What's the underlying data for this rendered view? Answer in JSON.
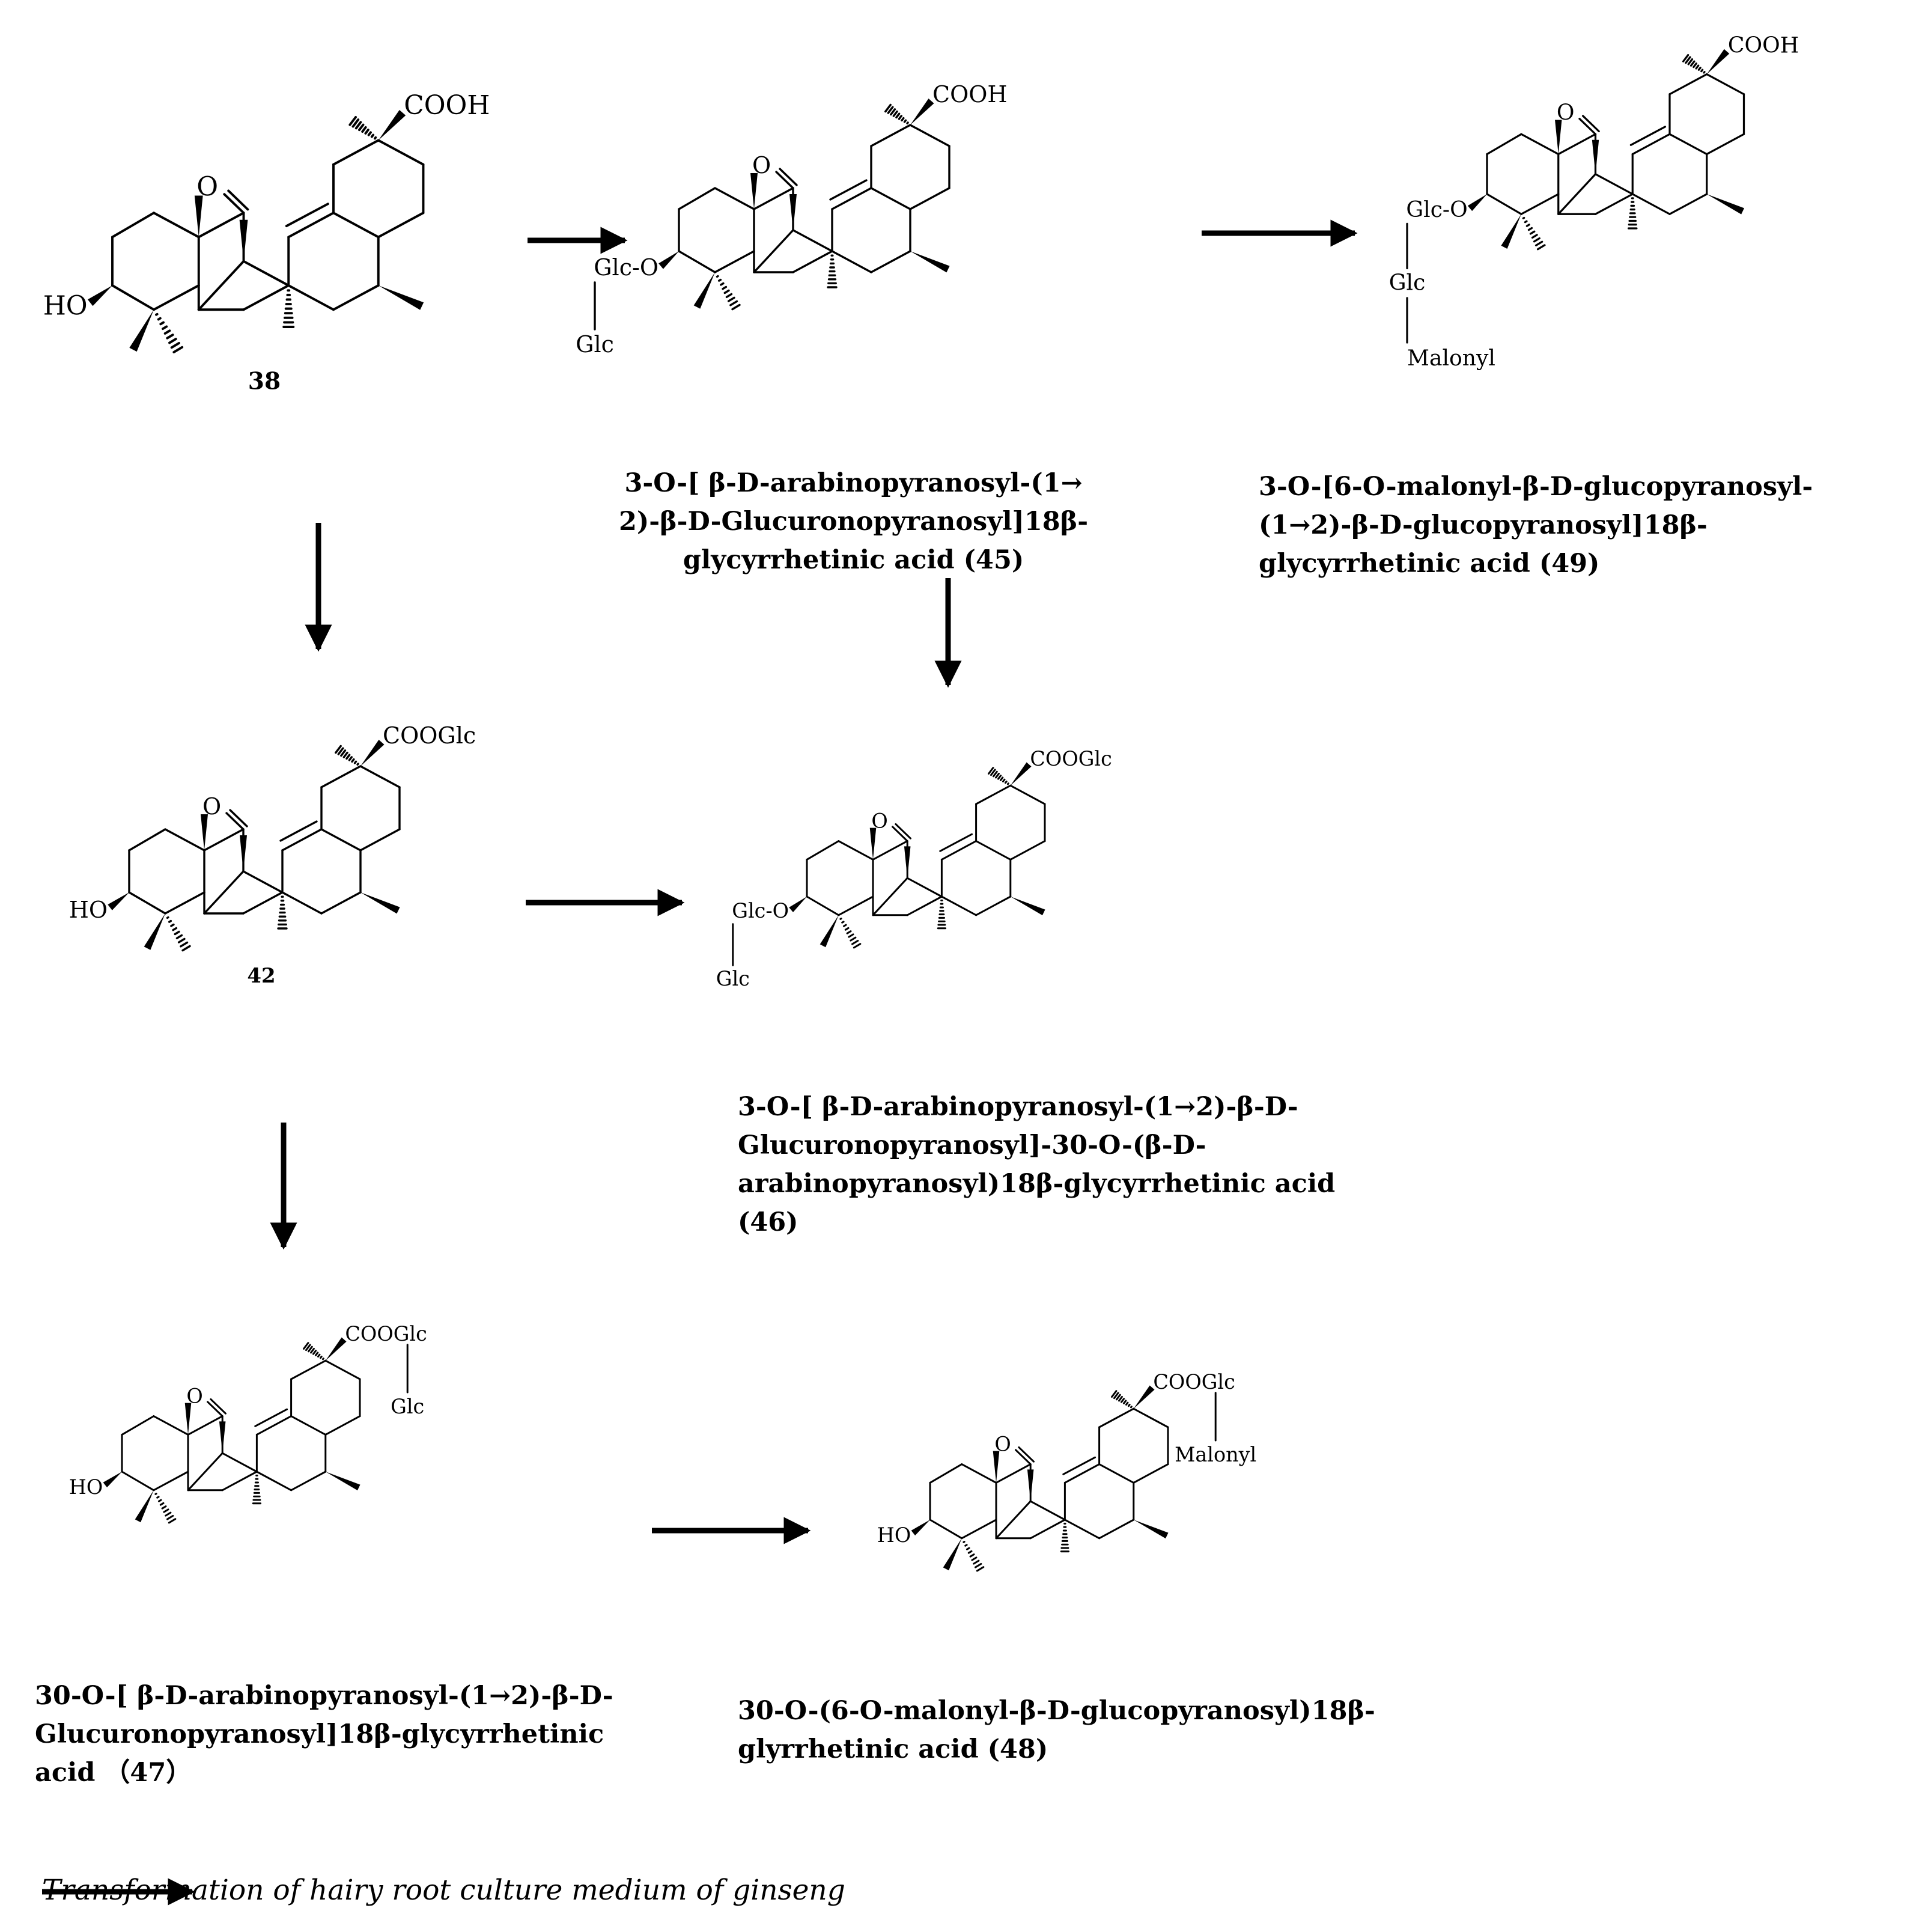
{
  "compounds": [
    {
      "id": "38",
      "number_label": "38",
      "name_lines": [],
      "groups": {
        "acid": "COOH",
        "hydroxyl": "HO",
        "ketone": "O"
      }
    },
    {
      "id": "45",
      "number_label": "",
      "name_lines": [
        "3-O-[ β-D-arabinopyranosyl-(1→",
        "2)-β-D-Glucuronopyranosyl]18β-",
        "glycyrrhetinic acid      (45)"
      ],
      "groups": {
        "acid": "COOH",
        "glycoside": "Glc-O",
        "sugar2": "Glc",
        "ketone": "O"
      }
    },
    {
      "id": "49",
      "number_label": "",
      "name_lines": [
        "3-O-[6-O-malonyl-β-D-glucopyranosyl-",
        "(1→2)-β-D-glucopyranosyl]18β-",
        "glycyrrhetinic acid     (49)"
      ],
      "groups": {
        "acid": "COOH",
        "glycoside": "Glc-O",
        "sugar2": "Glc",
        "sugar3": "Malonyl",
        "ketone": "O"
      }
    },
    {
      "id": "42",
      "number_label": "42",
      "name_lines": [],
      "groups": {
        "acid": "COOGlc",
        "hydroxyl": "HO",
        "ketone": "O"
      }
    },
    {
      "id": "46",
      "number_label": "",
      "name_lines": [
        "3-O-[ β-D-arabinopyranosyl-(1→2)-β-D-",
        "Glucuronopyranosyl]-30-O-(β-D-",
        "arabinopyranosyl)18β-glycyrrhetinic acid",
        "   (46)"
      ],
      "groups": {
        "acid": "COOGlc",
        "glycoside": "Glc-O",
        "sugar2": "Glc",
        "ketone": "O"
      }
    },
    {
      "id": "47",
      "number_label": "",
      "name_lines": [
        "30-O-[ β-D-arabinopyranosyl-(1→2)-β-D-",
        "Glucuronopyranosyl]18β-glycyrrhetinic",
        "acid （47）"
      ],
      "groups": {
        "acid": "COOGlc",
        "sugar_chain": "Glc",
        "hydroxyl": "HO",
        "ketone": "O"
      }
    },
    {
      "id": "48",
      "number_label": "",
      "name_lines": [
        "30-O-(6-O-malonyl-β-D-glucopyranosyl)18β-",
        "glyrrhetinic acid (48)"
      ],
      "groups": {
        "acid": "COOGlc",
        "sugar_chain": "Malonyl",
        "hydroxyl": "HO",
        "ketone": "O"
      }
    }
  ],
  "arrows": [
    {
      "from": "38",
      "to": "45"
    },
    {
      "from": "45",
      "to": "49"
    },
    {
      "from": "38",
      "to": "42"
    },
    {
      "from": "45",
      "to": "46"
    },
    {
      "from": "42",
      "to": "46"
    },
    {
      "from": "42",
      "to": "47"
    },
    {
      "from": "47",
      "to": "48"
    }
  ],
  "legend": {
    "text": "Transformation of hairy root culture medium of ginseng"
  }
}
